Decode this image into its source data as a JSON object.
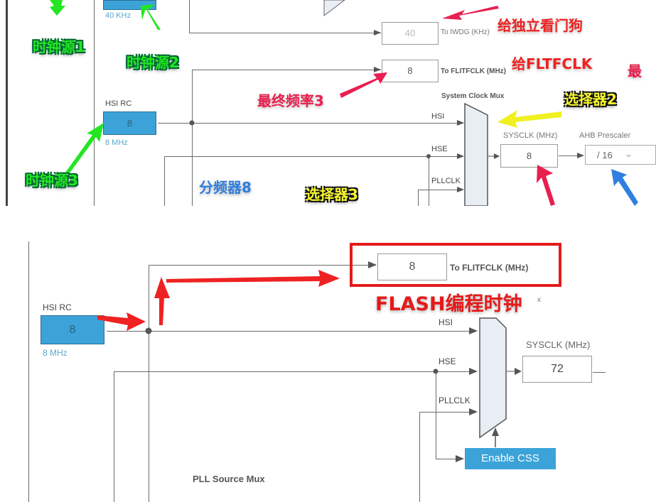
{
  "top": {
    "lsi_rc": {
      "sub_label": "40 KHz"
    },
    "hsi_rc": {
      "title": "HSI RC",
      "value": "8",
      "sub_label": "8 MHz"
    },
    "iwdg": {
      "value": "40",
      "label": "To IWDG (KHz)"
    },
    "flitfclk": {
      "value": "8",
      "label": "To FLITFCLK (MHz)"
    },
    "sysclk_mux": {
      "title": "System Clock Mux",
      "inputs": [
        {
          "label": "HSI",
          "selected": true
        },
        {
          "label": "HSE",
          "selected": false
        },
        {
          "label": "PLLCLK",
          "selected": false
        }
      ]
    },
    "sysclk": {
      "label": "SYSCLK (MHz)",
      "value": "8"
    },
    "ahb_prescaler": {
      "label": "AHB Prescaler",
      "value": "/ 16",
      "chevron": "chevron-down-icon"
    },
    "annotations": {
      "clock_source_1": "时钟源1",
      "clock_source_2": "时钟源2",
      "clock_source_3": "时钟源3",
      "final_freq_3": "最终频率3",
      "to_iwdg": "给独立看门狗",
      "to_fltfclk": "给FLTFCLK",
      "selector_2": "选择器2",
      "selector_3": "选择器3",
      "divider_8": "分频器8",
      "cut_char": "最"
    }
  },
  "bottom": {
    "hsi_rc": {
      "title": "HSI RC",
      "value": "8",
      "sub_label": "8 MHz"
    },
    "flitfclk": {
      "value": "8",
      "label": "To FLITFCLK (MHz)"
    },
    "sysclk_mux": {
      "title_fragment": "x",
      "inputs": [
        {
          "label": "HSI",
          "selected": false
        },
        {
          "label": "HSE",
          "selected": false
        },
        {
          "label": "PLLCLK",
          "selected": true
        }
      ]
    },
    "sysclk": {
      "label": "SYSCLK (MHz)",
      "value": "72"
    },
    "enable_css": {
      "label": "Enable CSS"
    },
    "pll_source_mux": {
      "title": "PLL Source Mux"
    },
    "annotations": {
      "flash_clock": "FLASH编程时钟"
    },
    "colors": {
      "highlight": "#e41b1b",
      "accent": "#3ba3d8"
    }
  }
}
